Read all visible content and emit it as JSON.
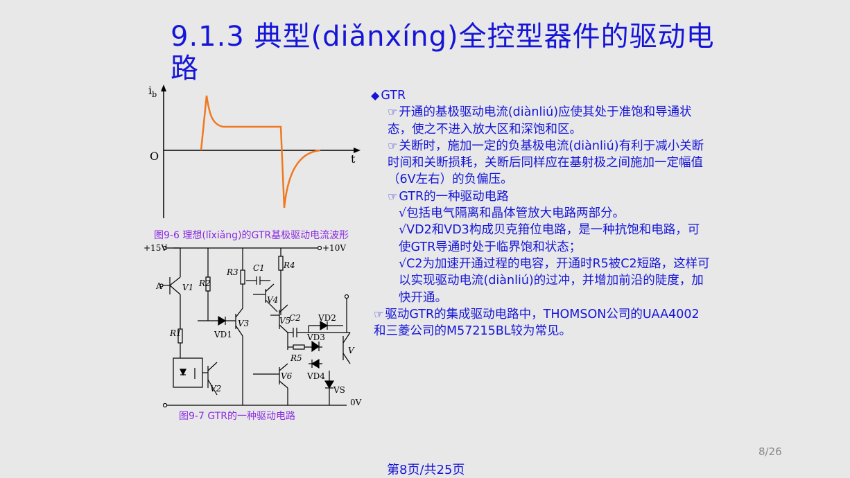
{
  "title": "9.1.3  典型(diǎnxíng)全控型器件的驱动电路",
  "waveform": {
    "y_axis_label": "i",
    "y_axis_sub": "b",
    "x_axis_label": "t",
    "origin_label": "O",
    "caption": "图9-6 理想(lǐxiǎng)的GTR基极驱动电流波形",
    "curve_color": "#f07820"
  },
  "circuit": {
    "caption": "图9-7 GTR的一种驱动电路",
    "labels": {
      "plus15": "+15V",
      "plus10": "+10V",
      "zero": "0V",
      "a": "A",
      "v1": "V1",
      "v2": "V2",
      "v3": "V3",
      "v4": "V4",
      "v5": "V5",
      "v6": "V6",
      "v": "V",
      "r1": "R1",
      "r2": "R2",
      "r3": "R3",
      "r4": "R4",
      "r5": "R5",
      "c1": "C1",
      "c2": "C2",
      "vd1": "VD1",
      "vd2": "VD2",
      "vd3": "VD3",
      "vd4": "VD4",
      "vs": "VS"
    }
  },
  "body": {
    "gtr_heading": "GTR",
    "para1": "开通的基极驱动电流(diànliú)应使其处于准饱和导通状态，使之不进入放大区和深饱和区。",
    "para2": "关断时，施加一定的负基极电流(diànliú)有利于减小关断时间和关断损耗，关断后同样应在基射极之间施加一定幅值（6V左右）的负偏压。",
    "para3": "GTR的一种驱动电路",
    "para4": "√包括电气隔离和晶体管放大电路两部分。",
    "para5": "√VD2和VD3构成贝克箝位电路，是一种抗饱和电路，可使GTR导通时处于临界饱和状态；",
    "para6": "√C2为加速开通过程的电容，开通时R5被C2短路，这样可以实现驱动电流(diànliú)的过冲，并增加前沿的陡度，加快开通。",
    "para7": "驱动GTR的集成驱动电路中，THOMSON公司的UAA4002和三菱公司的M57215BL较为常见。"
  },
  "page_number": "8/26",
  "footer": "第8页/共25页"
}
